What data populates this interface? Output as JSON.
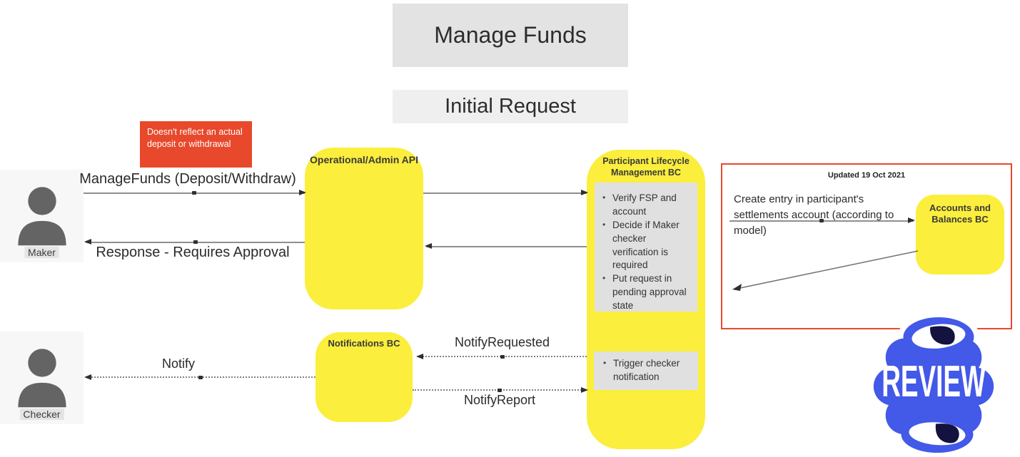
{
  "titles": {
    "main": "Manage Funds",
    "subtitle": "Initial Request"
  },
  "note": {
    "text": "Doesn't reflect an actual deposit or withdrawal"
  },
  "actors": {
    "maker": {
      "label": "Maker"
    },
    "checker": {
      "label": "Checker"
    }
  },
  "components": {
    "api": {
      "title": "Operational/Admin API"
    },
    "plm": {
      "title": "Participant Lifecycle Management BC",
      "tasks1": [
        "Verify FSP and account",
        "Decide if Maker checker verification is required",
        "Put request in pending approval state"
      ],
      "tasks2": [
        "Trigger checker notification"
      ]
    },
    "notifications": {
      "title": "Notifications BC"
    },
    "accounts": {
      "title": "Accounts and Balances BC"
    }
  },
  "messages": {
    "manage_funds": "ManageFunds (Deposit/Withdraw)",
    "response": "Response - Requires Approval",
    "notify_requested": "NotifyRequested",
    "notify": "Notify",
    "notify_report": "NotifyReport",
    "create_entry": "Create entry in participant's settlements account (according to model)"
  },
  "annotation": {
    "updated": "Updated 19 Oct 2021"
  },
  "stamp": {
    "text": "REVIEW"
  },
  "colors": {
    "component_yellow": "#fbee3c",
    "note_red": "#e8492c",
    "annotation_border_red": "#e8492c",
    "panel_gray": "#e0e0e0",
    "title_box_gray": "#e3e3e3",
    "subtitle_box_gray": "#efefef",
    "actor_bg_gray": "#f7f7f7",
    "actor_icon_gray": "#646464",
    "stamp_blue": "#4359e8",
    "stamp_pupil_navy": "#14123f"
  }
}
